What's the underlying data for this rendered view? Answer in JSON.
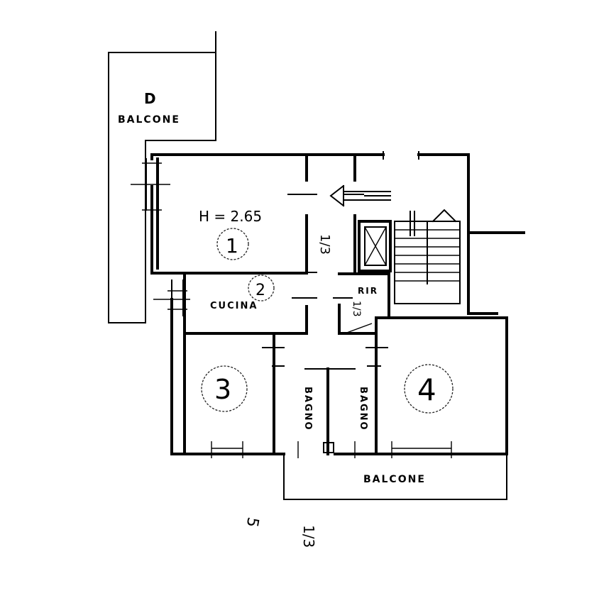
{
  "plan": {
    "balcony_top": {
      "letter": "D",
      "label": "BALCONE"
    },
    "balcony_bottom": {
      "label": "BALCONE"
    },
    "height_note": "H = 2.65",
    "rooms": [
      {
        "number": "1"
      },
      {
        "number": "2",
        "label": "CUCINA"
      },
      {
        "number": "3"
      },
      {
        "number": "4"
      }
    ],
    "closet": "RIR",
    "bath_a": "BAGNO",
    "bath_b": "BAGNO",
    "annotations": {
      "fraction_center": "1/3",
      "fraction_closet": "1/3",
      "fraction_bottom": "1/3",
      "number_bottom_left": "5"
    },
    "entrance_icon": "entrance-arrow-icon",
    "lift_icon": "elevator-shaft-icon",
    "stair_icon": "staircase-icon",
    "colors": {
      "ink": "#000000",
      "paper": "#ffffff"
    }
  }
}
